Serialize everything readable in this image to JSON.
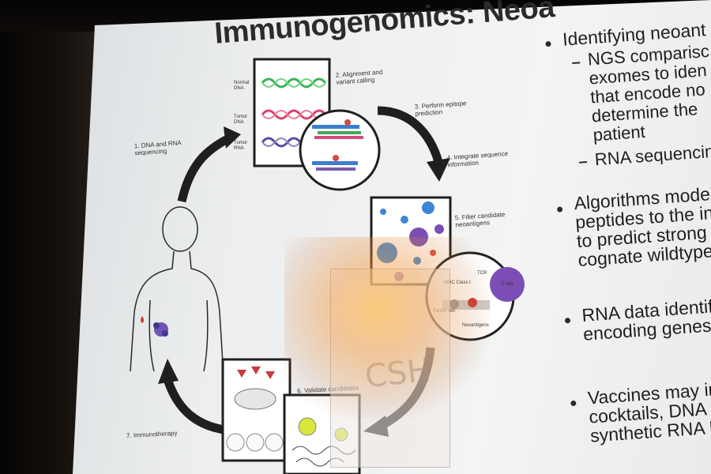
{
  "slide": {
    "title": "Immunogenomics: Neoa",
    "watermark": "CSH"
  },
  "diagram": {
    "steps": [
      {
        "label": "1. DNA and RNA sequencing"
      },
      {
        "label": "2. Alignment and variant calling"
      },
      {
        "label": "3. Perform epitope prediction"
      },
      {
        "label": "4. Integrate sequence information"
      },
      {
        "label": "5. Filter candidate neoantigens"
      },
      {
        "label": "6. Validate candidates"
      },
      {
        "label": "7. Immunotherapy"
      }
    ],
    "dna_rows": [
      "Normal DNA",
      "Tumor DNA",
      "Tumor RNA"
    ],
    "cell_labels": [
      "MHC Class I",
      "TCR",
      "T cell",
      "Neoantigens",
      "Tumor cell"
    ]
  },
  "bullets": [
    {
      "text": "Identifying neoant"
    },
    {
      "text": "NGS comparisc"
    },
    {
      "text": "exomes to iden"
    },
    {
      "text": "that encode no"
    },
    {
      "text": "determine the"
    },
    {
      "text": "patient"
    },
    {
      "text": "RNA sequencin"
    },
    {
      "text": "Algorithms model"
    },
    {
      "text": "peptides to the inc"
    },
    {
      "text": "to predict strong b"
    },
    {
      "text": "cognate wildtype p"
    },
    {
      "text": "RNA data identifies"
    },
    {
      "text": "encoding genes are"
    },
    {
      "text": "Vaccines may inclu"
    },
    {
      "text": "cocktails, DNA vect"
    },
    {
      "text": "synthetic RNA Neo"
    }
  ],
  "colors": {
    "slide_bg": "#eceeef",
    "text": "#1f1f1f",
    "arrow": "#1f1f1f",
    "light_glow": "#f2a24a"
  }
}
